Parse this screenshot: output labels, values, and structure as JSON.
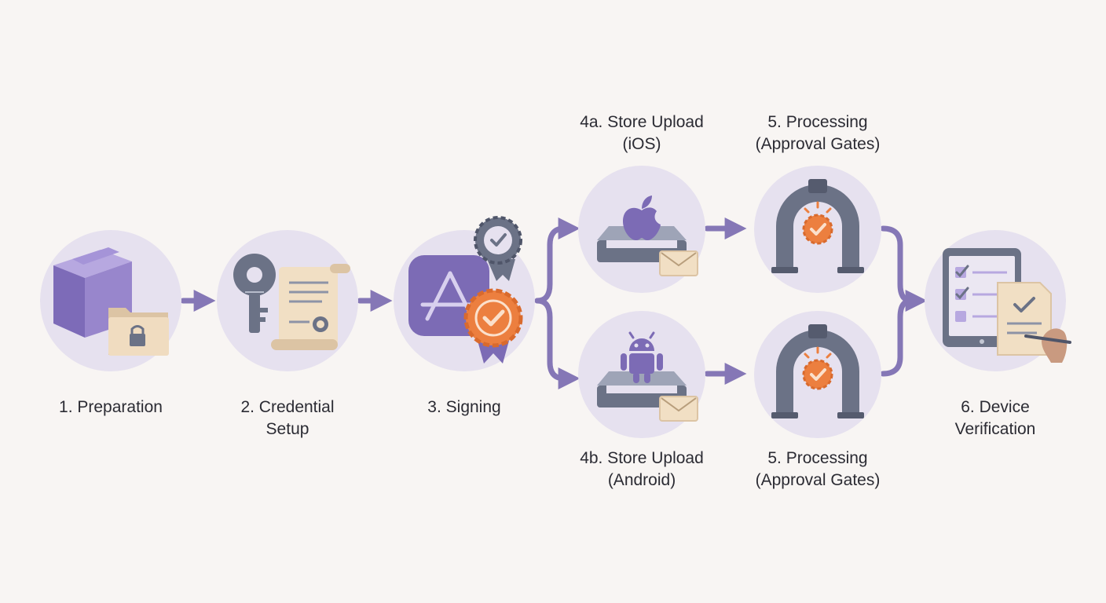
{
  "steps": {
    "preparation": {
      "label": "1. Preparation"
    },
    "credential": {
      "label": "2. Credential\nSetup"
    },
    "signing": {
      "label": "3. Signing"
    },
    "upload_ios": {
      "label": "4a. Store Upload\n(iOS)"
    },
    "upload_android": {
      "label": "4b. Store Upload\n(Android)"
    },
    "processing_ios": {
      "label": "5. Processing\n(Approval Gates)"
    },
    "processing_android": {
      "label": "5. Processing\n(Approval Gates)"
    },
    "verification": {
      "label": "6. Device\nVerification"
    }
  },
  "icons": {
    "preparation": [
      "package-box-icon",
      "locked-folder-icon"
    ],
    "credential": [
      "key-icon",
      "certificate-scroll-icon"
    ],
    "signing": [
      "app-store-icon",
      "verified-badge-icon",
      "approval-seal-icon"
    ],
    "upload_ios": [
      "apple-logo-icon",
      "upload-tray-icon",
      "envelope-icon"
    ],
    "upload_android": [
      "android-robot-icon",
      "upload-tray-icon",
      "envelope-icon"
    ],
    "processing": [
      "gate-arch-icon",
      "approval-check-icon"
    ],
    "verification": [
      "tablet-checklist-icon",
      "signed-document-icon",
      "pen-hand-icon"
    ]
  },
  "colors": {
    "background": "#f8f5f3",
    "circle": "#e6e1ef",
    "purple": "#8b79bf",
    "purple_dark": "#6f5ea8",
    "connector": "#8577b6",
    "orange": "#ec7f3f",
    "slate": "#6b7286",
    "paper": "#f1dfc4",
    "text": "#2b2b33"
  }
}
